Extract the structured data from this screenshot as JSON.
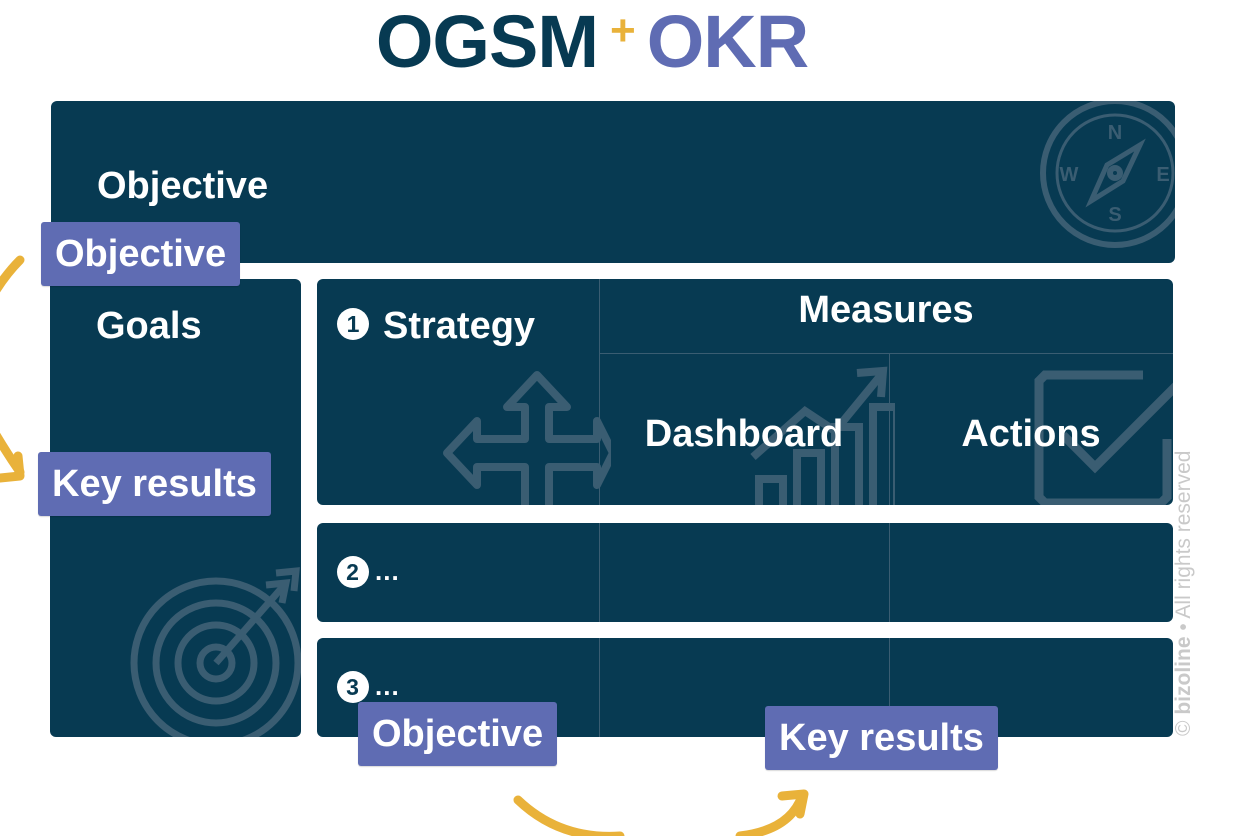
{
  "title": {
    "ogsm": "OGSM",
    "plus": "+",
    "okr": "OKR"
  },
  "objective_panel": {
    "label": "Objective"
  },
  "goals_panel": {
    "label": "Goals"
  },
  "strategy_panel": {
    "number": "1",
    "strategy_label": "Strategy",
    "measures_label": "Measures",
    "dashboard_label": "Dashboard",
    "actions_label": "Actions"
  },
  "row2": {
    "number": "2",
    "dots": "..."
  },
  "row3": {
    "number": "3",
    "dots": "..."
  },
  "badges": {
    "objective_top": "Objective",
    "key_results_left": "Key results",
    "objective_bottom": "Objective",
    "key_results_bottom": "Key results"
  },
  "copyright": {
    "symbol": "©",
    "brand": "bizoline",
    "separator": "•",
    "rights": "All rights reserved"
  },
  "colors": {
    "navy": "#073a52",
    "okr_purple": "#5f6cb3",
    "arrow_yellow": "#e9b23a",
    "deco_icon": "#3a5d72"
  },
  "icons": [
    "compass-icon",
    "target-icon",
    "crossroad-arrows-icon",
    "growth-chart-icon",
    "checkbox-icon"
  ]
}
